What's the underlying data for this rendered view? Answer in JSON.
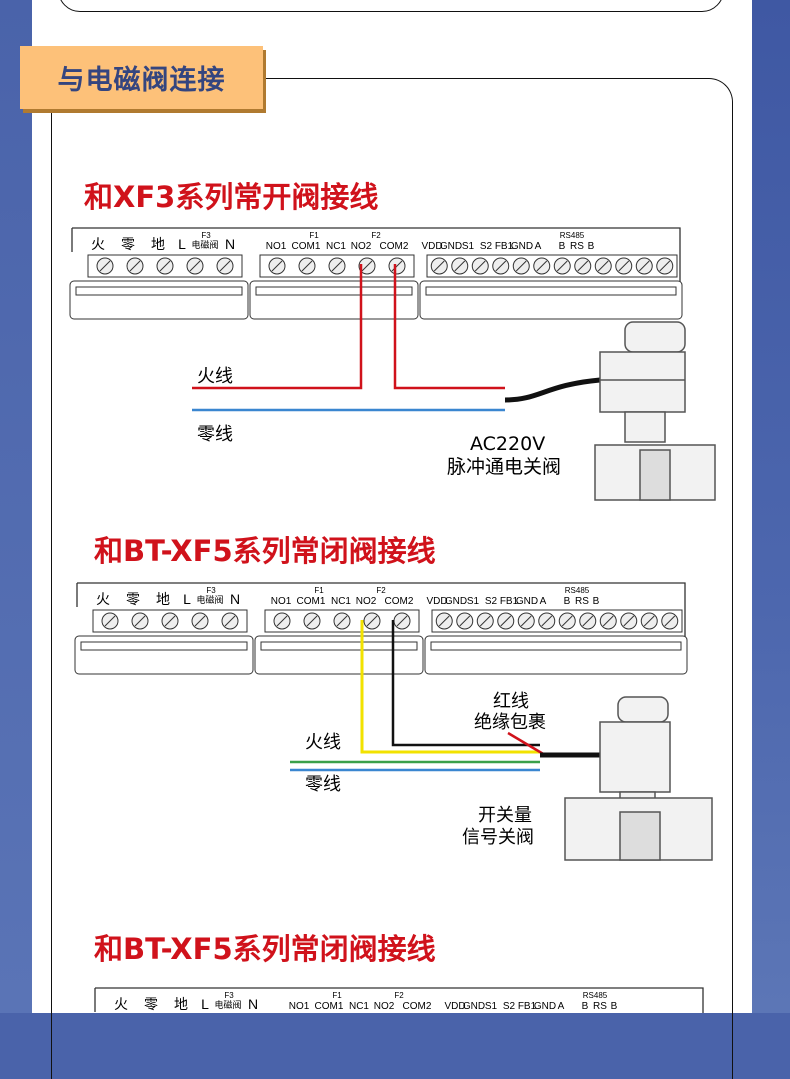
{
  "section_label": "与电磁阀连接",
  "titles": [
    "和XF3系列常开阀接线",
    "和BT-XF5系列常闭阀接线",
    "和BT-XF5系列常闭阀接线"
  ],
  "strip": {
    "g1": [
      "火",
      "零",
      "地"
    ],
    "f3": "F3",
    "l": "L",
    "valve": "电磁阀",
    "n": "N",
    "f1": "F1",
    "g2": [
      "NO1",
      "COM1",
      "NC1"
    ],
    "f2": "F2",
    "g2b": [
      "NO2",
      "COM2"
    ],
    "g3": [
      "VDD",
      "GND",
      "S1",
      "S2",
      "FB1",
      "GND",
      "A",
      "B",
      "RS",
      "B"
    ],
    "rs485": "RS485"
  },
  "diagram1": {
    "live": "火线",
    "neutral": "零线",
    "note1": "AC220V",
    "note2": "脉冲通电关阀"
  },
  "diagram2": {
    "live": "火线",
    "neutral": "零线",
    "red1": "红线",
    "red2": "绝缘包裹",
    "note1": "开关量",
    "note2": "信号关阀"
  },
  "colors": {
    "title": "#d0121b",
    "label_bg": "#fdc179",
    "label_text": "#34457f",
    "live_red": "#d0121b",
    "neutral_blue": "#3a86d0",
    "yellow": "#f2e200",
    "green": "#3aa04a"
  }
}
